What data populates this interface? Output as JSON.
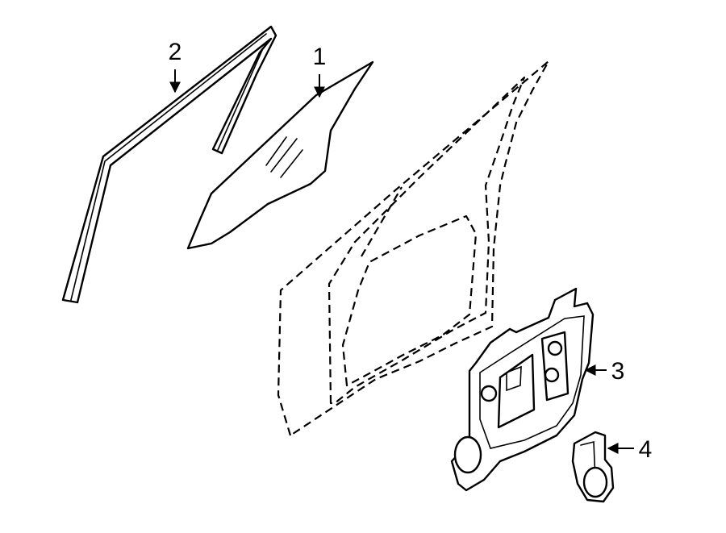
{
  "callouts": {
    "glass": "1",
    "run_channel": "2",
    "regulator": "3",
    "motor": "4"
  }
}
